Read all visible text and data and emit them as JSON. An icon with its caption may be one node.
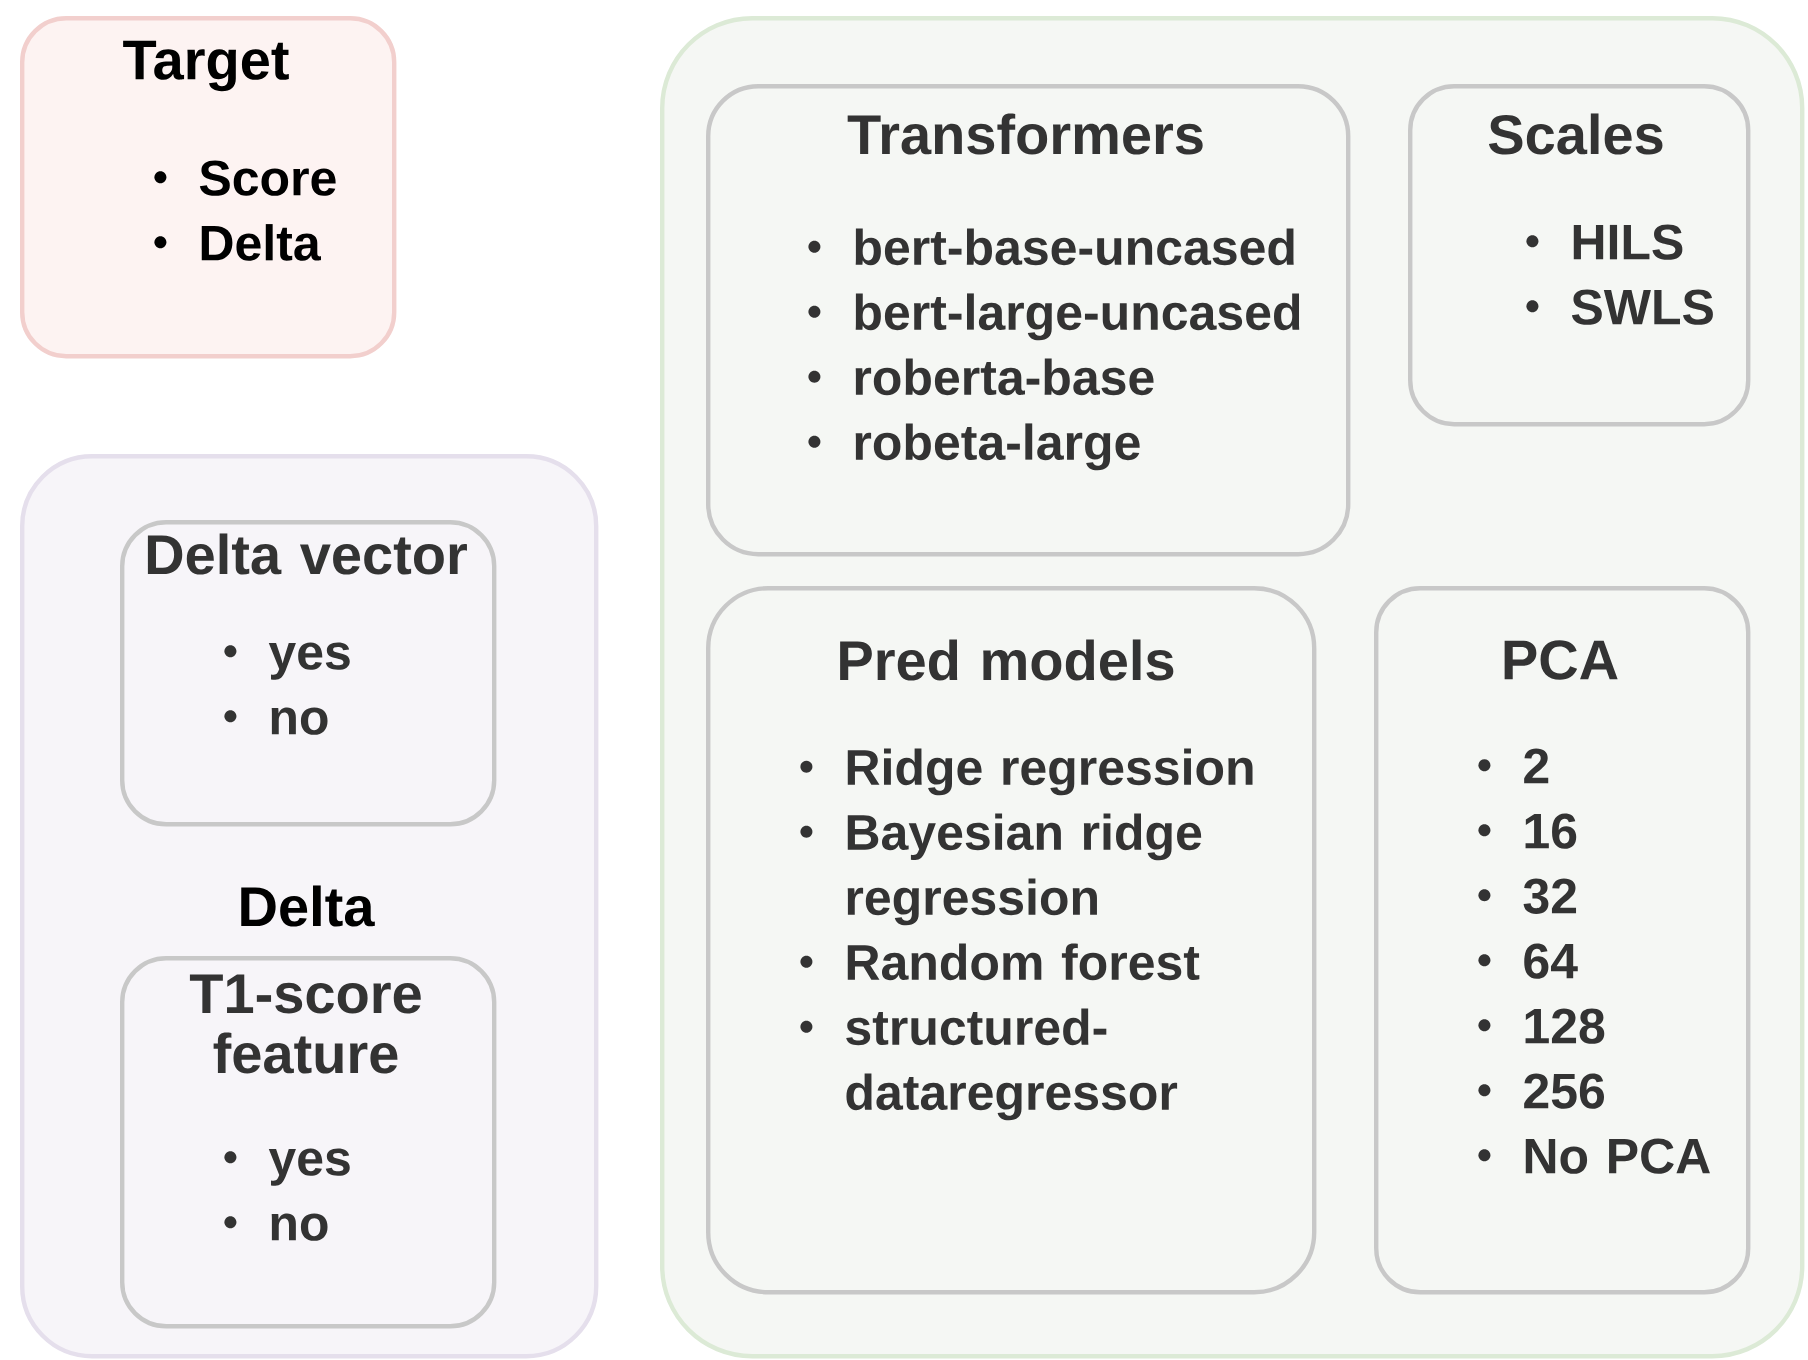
{
  "diagram": {
    "nodes": [
      {
        "text": [
          "Target",
          "Score",
          "Delta"
        ]
      },
      {
        "text": [
          "Delta"
        ]
      },
      {
        "text": [
          "Delta vector",
          "yes",
          "no"
        ],
        "in": 1
      },
      {
        "text": [
          "T1-score feature",
          "yes",
          "no"
        ],
        "in": 1
      },
      {
        "text": [],
        "shape": "box"
      },
      {
        "text": [
          "Transformers",
          "bert-base-uncased",
          "bert-large-uncased",
          "roberta-base",
          "robeta-large"
        ],
        "in": 4
      },
      {
        "text": [
          "Scales",
          "HILS",
          "SWLS"
        ],
        "in": 4
      },
      {
        "text": [
          "Pred models",
          "Ridge regression",
          "Bayesian ridge regression",
          "Random forest",
          "structured-dataregressor"
        ],
        "in": 4
      },
      {
        "text": [
          "PCA",
          "2",
          "16",
          "32",
          "64",
          "128",
          "256",
          "No PCA"
        ],
        "in": 4
      }
    ]
  }
}
